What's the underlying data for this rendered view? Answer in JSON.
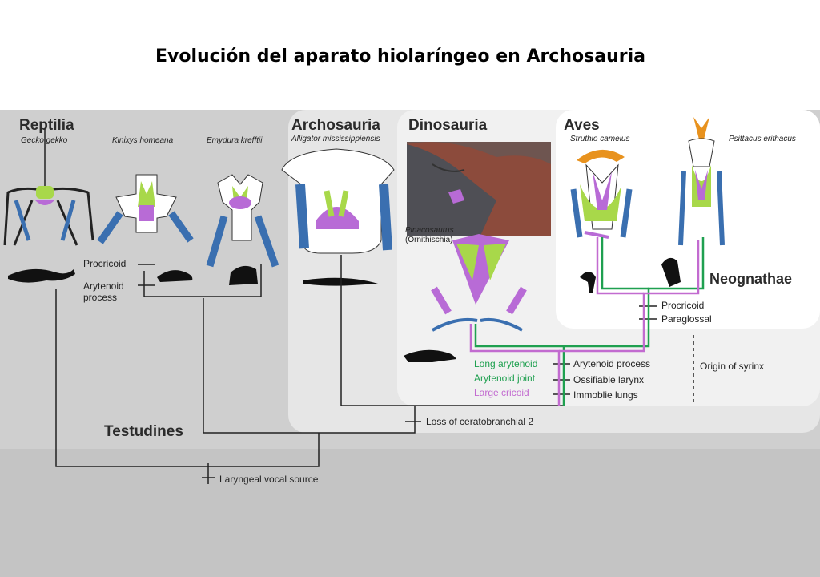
{
  "title": "Evolución del aparato hiolaríngeo en Archosauria",
  "clades": {
    "reptilia": "Reptilia",
    "archosauria": "Archosauria",
    "dinosauria": "Dinosauria",
    "aves": "Aves",
    "neognathae": "Neognathae",
    "testudines": "Testudines"
  },
  "species": {
    "gecko": "Gecko gekko",
    "kinixys": "Kinixys homeana",
    "emydura": "Emydura krefftii",
    "alligator": "Alligator mississippiensis",
    "pinacosaurus": "Pinacosaurus",
    "ornithischia": "(Ornithischia)",
    "struthio": "Struthio camelus",
    "psittacus": "Psittacus erithacus"
  },
  "characters": {
    "procricoid_testudines": "Procricoid",
    "arytenoid_process_1": "Arytenoid",
    "arytenoid_process_2": "process",
    "procricoid_neognathae": "Procricoid",
    "paraglossal": "Paraglossal",
    "long_arytenoid": "Long arytenoid",
    "arytenoid_joint": "Arytenoid joint",
    "large_cricoid": "Large cricoid",
    "arytenoid_process_dino": "Arytenoid process",
    "ossifiable_larynx": "Ossifiable larynx",
    "immobile_lungs": "Immoblie lungs",
    "origin_of_syrinx": "Origin of syrinx",
    "loss_ceratobranchial": "Loss of ceratobranchial 2",
    "laryngeal_vocal_source": "Laryngeal vocal source"
  },
  "colors": {
    "green_line": "#1fa050",
    "pink_line": "#c26bd0",
    "cartilage_green": "#a8d84a",
    "cartilage_purple": "#b86bd6",
    "hyoid_blue": "#3a6fb0",
    "beak_orange": "#e8921e"
  }
}
